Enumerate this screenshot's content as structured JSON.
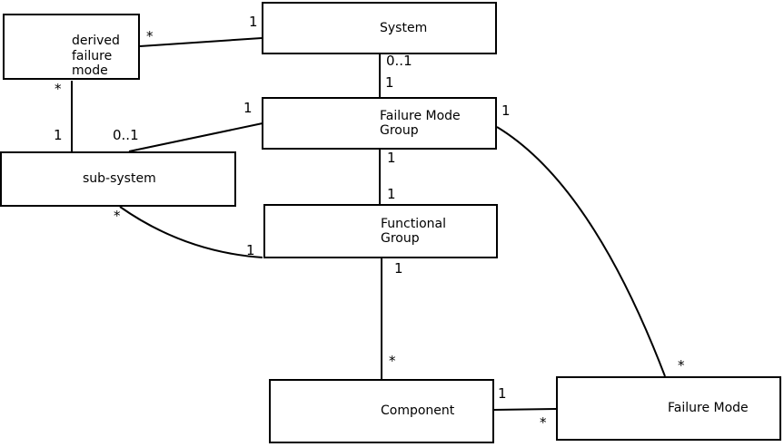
{
  "diagram": {
    "type": "uml-class-association-diagram",
    "colors": {
      "background": "#ffffff",
      "line": "#000000",
      "text": "#000000"
    },
    "entities": [
      {
        "id": "derived-failure-mode",
        "label": "derived\nfailure\nmode"
      },
      {
        "id": "system",
        "label": "System"
      },
      {
        "id": "failure-mode-group",
        "label": "Failure Mode\nGroup"
      },
      {
        "id": "sub-system",
        "label": "sub-system"
      },
      {
        "id": "functional-group",
        "label": "Functional\nGroup"
      },
      {
        "id": "component",
        "label": "Component"
      },
      {
        "id": "failure-mode",
        "label": "Failure Mode"
      }
    ],
    "relationships": [
      {
        "from": "derived failure mode",
        "to": "System",
        "from_card": "*",
        "to_card": "1"
      },
      {
        "from": "derived failure mode",
        "to": "sub-system",
        "from_card": "*",
        "to_card": "1"
      },
      {
        "from": "sub-system",
        "to": "Failure Mode Group",
        "from_card": "0..1",
        "to_card": "1"
      },
      {
        "from": "System",
        "to": "Failure Mode Group",
        "from_card": "0..1",
        "to_card": "1"
      },
      {
        "from": "Failure Mode Group",
        "to": "Functional Group",
        "from_card": "1",
        "to_card": "1"
      },
      {
        "from": "sub-system",
        "to": "Functional Group",
        "from_card": "*",
        "to_card": "1"
      },
      {
        "from": "Functional Group",
        "to": "Component",
        "from_card": "1",
        "to_card": "*"
      },
      {
        "from": "Failure Mode Group",
        "to": "Failure Mode",
        "from_card": "1",
        "to_card": "*"
      },
      {
        "from": "Component",
        "to": "Failure Mode",
        "from_card": "1",
        "to_card": "*"
      }
    ]
  }
}
